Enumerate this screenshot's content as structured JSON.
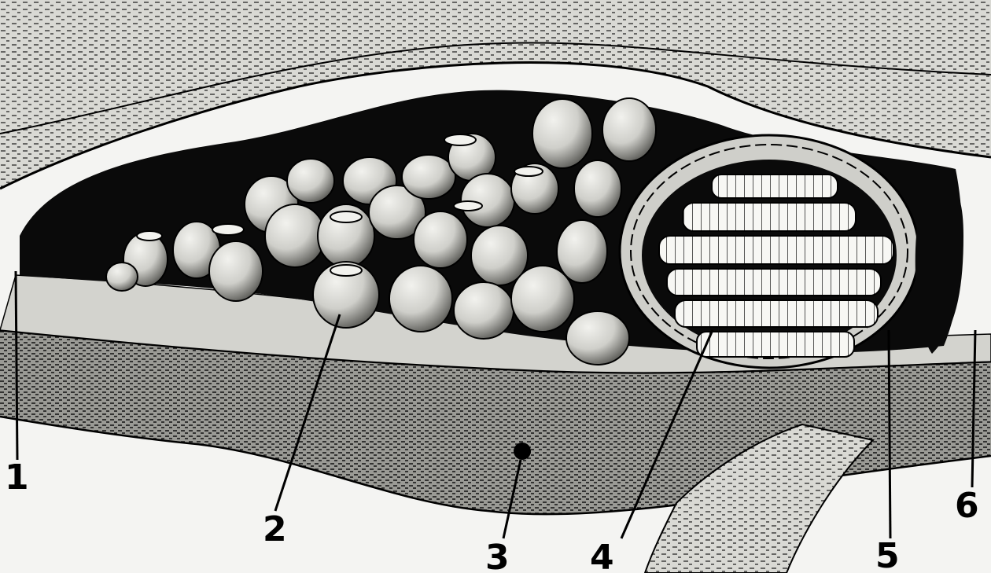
{
  "callouts": [
    {
      "id": "1",
      "label": "1"
    },
    {
      "id": "2",
      "label": "2"
    },
    {
      "id": "3",
      "label": "3"
    },
    {
      "id": "4",
      "label": "4"
    },
    {
      "id": "5",
      "label": "5"
    },
    {
      "id": "6",
      "label": "6"
    }
  ],
  "colors": {
    "ink": "#000000",
    "paper": "#f4f4f2",
    "tissue": "#d9d9d4",
    "cavity": "#0a0a0a",
    "cell": "#e9e9e5"
  }
}
